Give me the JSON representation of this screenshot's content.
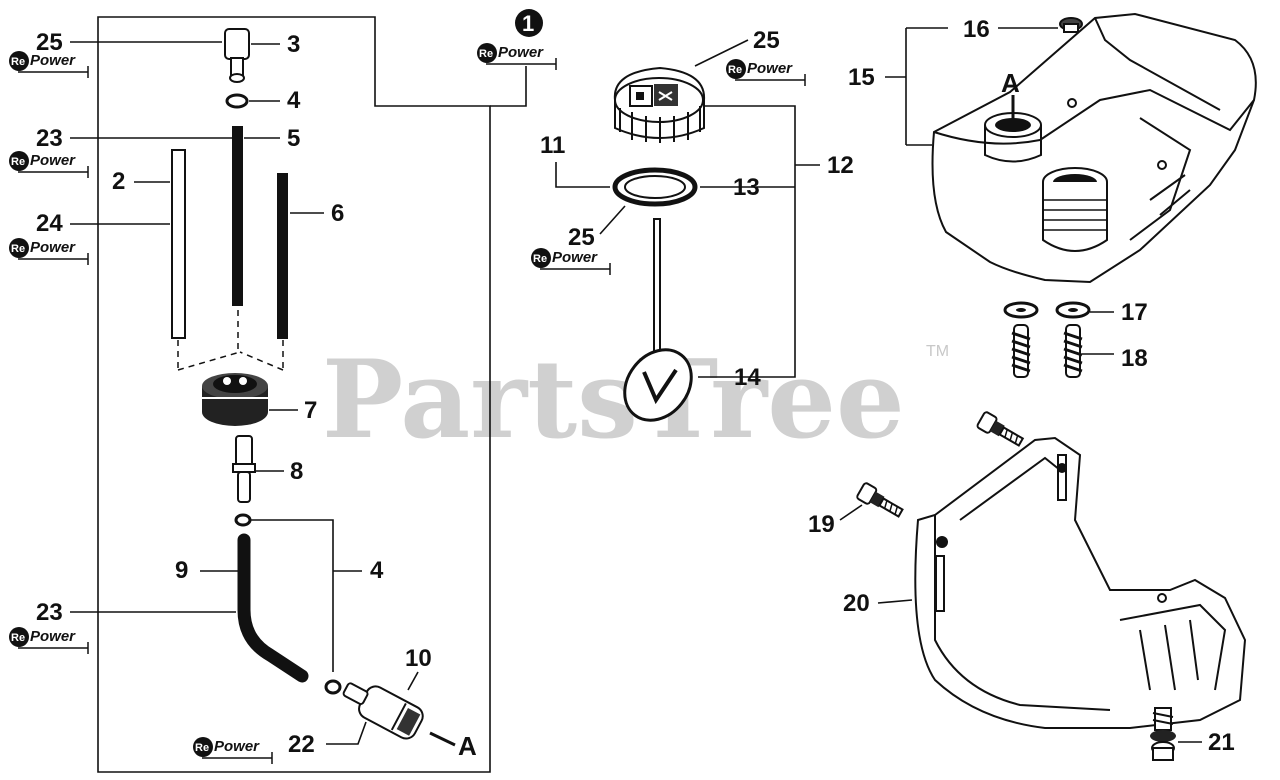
{
  "watermark": {
    "brand": "PartsTree",
    "trademark": "TM"
  },
  "callouts": {
    "c1": "1",
    "c25a": "25",
    "c3": "3",
    "c4a": "4",
    "c23a": "23",
    "c5": "5",
    "c2": "2",
    "c6": "6",
    "c24": "24",
    "c7": "7",
    "c8": "8",
    "c9": "9",
    "c4b": "4",
    "c23b": "23",
    "c10": "10",
    "c22": "22",
    "c11": "11",
    "c25b": "25",
    "c25c": "25",
    "c13": "13",
    "c12": "12",
    "c14": "14",
    "c16": "16",
    "c15": "15",
    "c17": "17",
    "c18": "18",
    "c19": "19",
    "c20": "20",
    "c21": "21"
  },
  "letters": {
    "tank_port": "A",
    "filter_outlet": "A"
  },
  "repower": {
    "prefix": "Re",
    "word": "Power"
  }
}
